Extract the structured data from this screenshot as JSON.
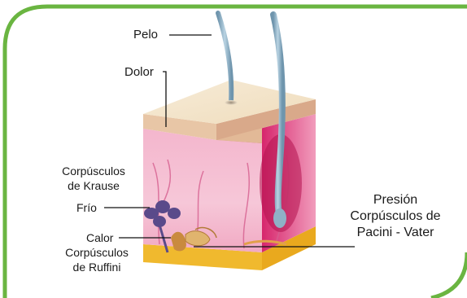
{
  "labels": {
    "pelo": "Pelo",
    "dolor": "Dolor",
    "krause_1": "Corpúsculos",
    "krause_2": "de Krause",
    "frio": "Frío",
    "calor": "Calor",
    "ruffini_1": "Corpúsculos",
    "ruffini_2": "de Ruffini",
    "presion": "Presión",
    "pacini_1": "Corpúsculos de",
    "pacini_2": "Pacini - Vater"
  },
  "colors": {
    "frame_border": "#6ab541",
    "frame_fill": "#ffffff",
    "epidermis_top": "#f4e7cf",
    "epidermis_side": "#e9c7a8",
    "dermis_front": "#f0aac4",
    "dermis_side": "#d9377a",
    "fat_layer": "#f2c23a",
    "hair": "#8fb1c6",
    "krause": "#5a4a8a",
    "ruffini": "#d8a25a"
  }
}
